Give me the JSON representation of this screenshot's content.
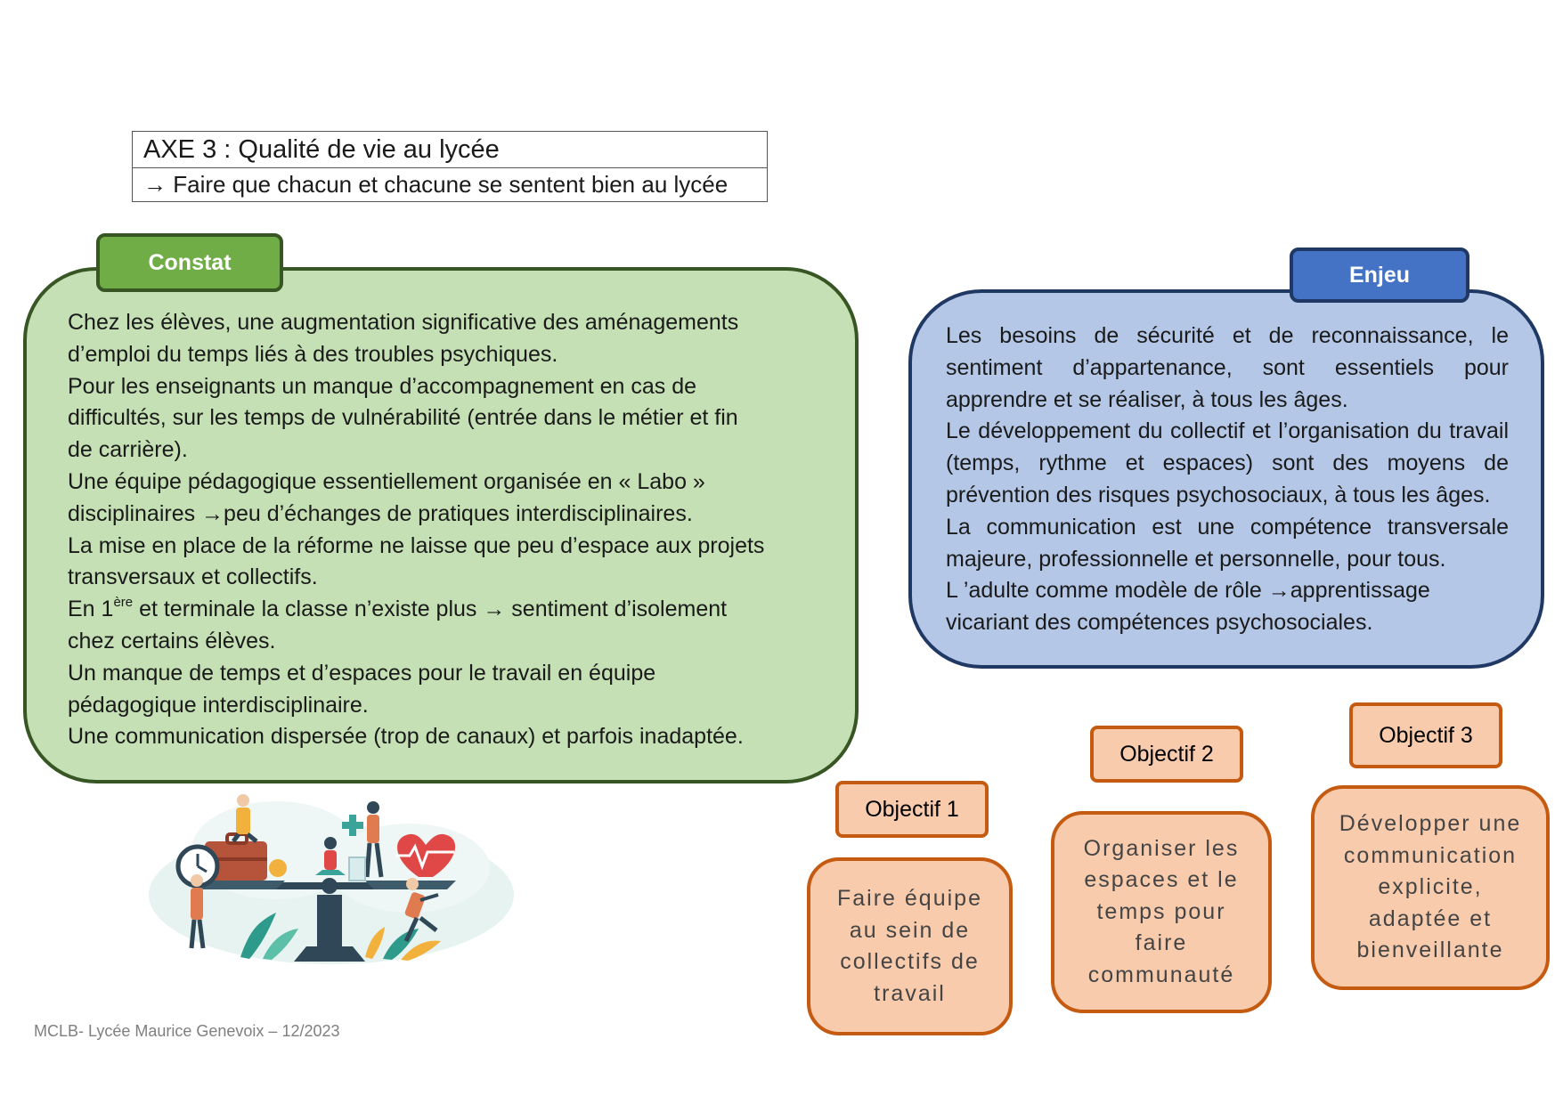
{
  "header": {
    "title": "AXE 3 : Qualité de vie au lycée",
    "subtitle": "→ Faire que chacun et chacune se sentent bien au lycée"
  },
  "constat": {
    "label": "Constat",
    "lines": [
      "Chez les élèves, une augmentation significative des aménagements",
      "d’emploi du temps liés à des troubles psychiques.",
      "Pour les enseignants un manque d’accompagnement en cas de",
      "difficultés, sur les temps de vulnérabilité (entrée dans le métier et fin",
      "de carrière).",
      "Une équipe pédagogique essentiellement organisée en « Labo »",
      "disciplinaires →peu d’échanges de pratiques interdisciplinaires.",
      "La mise en place de la réforme ne laisse que peu d’espace aux projets",
      "transversaux et collectifs."
    ],
    "line_en_prefix": "En 1",
    "line_en_sup": "ère",
    "line_en_rest": " et terminale la classe n’existe plus → sentiment d’isolement",
    "lines_after": [
      "chez certains élèves.",
      "Un manque de temps et d’espaces pour le travail en équipe",
      "pédagogique interdisciplinaire.",
      "Une communication dispersée (trop de canaux) et parfois inadaptée."
    ]
  },
  "enjeu": {
    "label": "Enjeu",
    "paragraphs": [
      "Les besoins de sécurité et de reconnaissance, le sentiment d’appartenance, sont essentiels pour apprendre et se réaliser, à tous les âges.",
      "Le développement du collectif et l’organisation du travail (temps, rythme et espaces) sont des moyens de prévention des risques psychosociaux, à tous les âges.",
      "La communication est une compétence transversale majeure, professionnelle et personnelle, pour tous.",
      "L ’adulte comme modèle de rôle →apprentissage vicariant des compétences psychosociales."
    ]
  },
  "objectifs": [
    {
      "label": "Objectif 1",
      "text": "Faire équipe au sein de collectifs de travail"
    },
    {
      "label": "Objectif 2",
      "text": "Organiser les espaces et le temps pour faire communauté"
    },
    {
      "label": "Objectif 3",
      "text": "Développer une communication explicite, adaptée et bienveillante"
    }
  ],
  "footer": "MCLB- Lycée Maurice Genevoix – 12/2023",
  "colors": {
    "constat_fill": "#c5e0b4",
    "constat_border": "#375623",
    "constat_tag": "#70ad47",
    "enjeu_fill": "#b4c7e7",
    "enjeu_border": "#203864",
    "enjeu_tag": "#4472c4",
    "objectif_fill": "#f8cbad",
    "objectif_border": "#c55a11"
  },
  "illustration": "work-life-balance-scale-illustration"
}
